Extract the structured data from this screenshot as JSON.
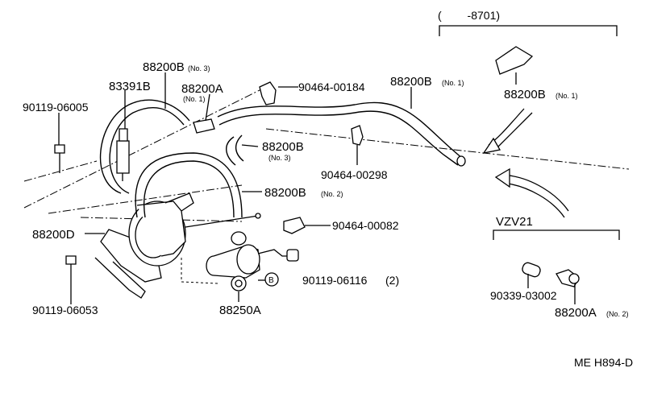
{
  "labels": {
    "p88200B_no3": "88200B",
    "p88200B_no3_sub": "(No. 3)",
    "p83391B": "83391B",
    "p88200A": "88200A",
    "p88200A_sub": "(No. 1)",
    "p90464_00184": "90464-00184",
    "p88200B_no1": "88200B",
    "p88200B_no1_sub": "(No. 1)",
    "p90119_06005": "90119-06005",
    "p88200B_mid": "88200B",
    "p88200B_mid_sub": "(No. 3)",
    "p90464_00298": "90464-00298",
    "p88200B_no2": "88200B",
    "p88200B_no2_sub": "(No. 2)",
    "p90464_00082": "90464-00082",
    "p88200D": "88200D",
    "p90119_06116": "90119-06116",
    "p90119_06116_qty": "(2)",
    "callout_b": "B",
    "p90119_06053": "90119-06053",
    "p88250A": "88250A",
    "range_label": "(　　 -8701)",
    "p88200B_no1_right": "88200B",
    "p88200B_no1_right_sub": "(No. 1)",
    "model_label": "VZV21",
    "p90339_03002": "90339-03002",
    "p88200A_no2": "88200A",
    "p88200A_no2_sub": "(No. 2)",
    "drawing_code": "ME H894-D"
  }
}
